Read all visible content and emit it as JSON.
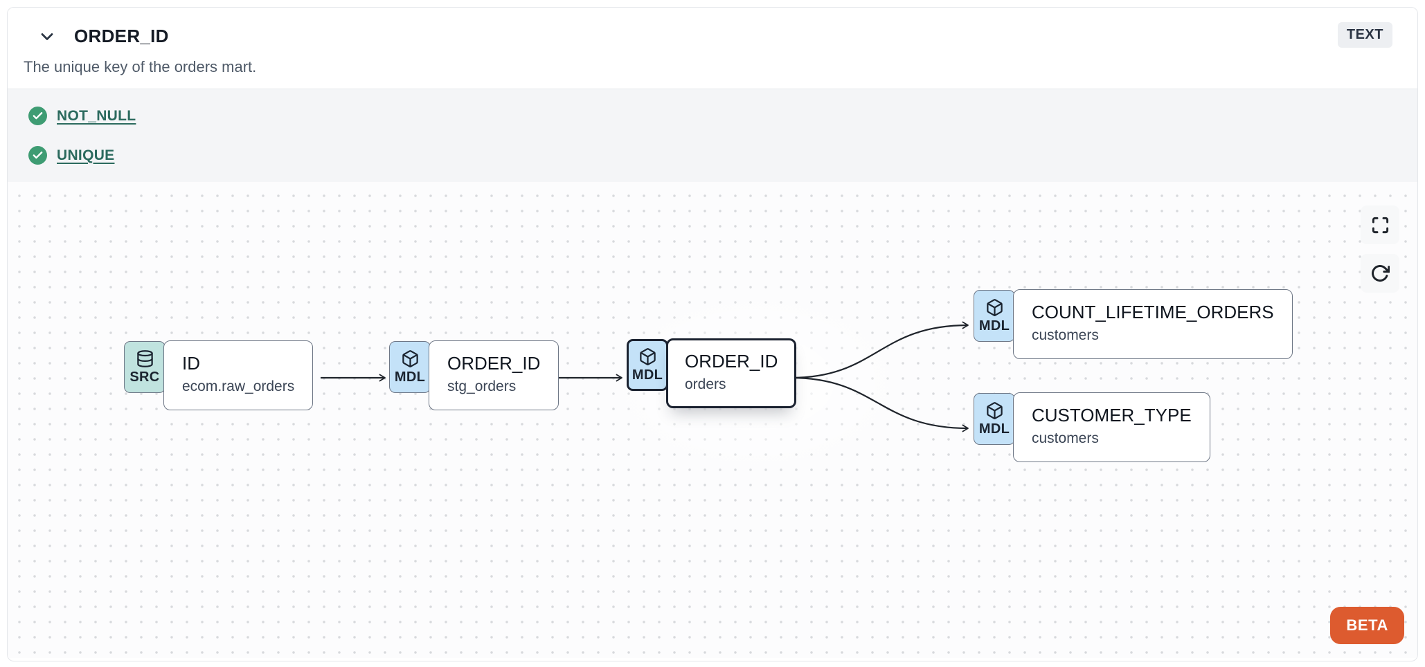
{
  "header": {
    "title": "ORDER_ID",
    "description": "The unique key of the orders mart.",
    "type_badge": "TEXT"
  },
  "checks": {
    "items": [
      {
        "label": "NOT_NULL",
        "status": "passed"
      },
      {
        "label": "UNIQUE",
        "status": "passed"
      }
    ]
  },
  "lineage": {
    "beta_label": "BETA",
    "nodes": [
      {
        "badge": "SRC",
        "icon": "database-icon",
        "title": "ID",
        "subtitle": "ecom.raw_orders",
        "selected": false
      },
      {
        "badge": "MDL",
        "icon": "cube-icon",
        "title": "ORDER_ID",
        "subtitle": "stg_orders",
        "selected": false
      },
      {
        "badge": "MDL",
        "icon": "cube-icon",
        "title": "ORDER_ID",
        "subtitle": "orders",
        "selected": true
      },
      {
        "badge": "MDL",
        "icon": "cube-icon",
        "title": "COUNT_LIFETIME_ORDERS",
        "subtitle": "customers",
        "selected": false
      },
      {
        "badge": "MDL",
        "icon": "cube-icon",
        "title": "CUSTOMER_TYPE",
        "subtitle": "customers",
        "selected": false
      }
    ],
    "edges": [
      {
        "from": "ID (ecom.raw_orders)",
        "to": "ORDER_ID (stg_orders)"
      },
      {
        "from": "ORDER_ID (stg_orders)",
        "to": "ORDER_ID (orders)"
      },
      {
        "from": "ORDER_ID (orders)",
        "to": "COUNT_LIFETIME_ORDERS (customers)"
      },
      {
        "from": "ORDER_ID (orders)",
        "to": "CUSTOMER_TYPE (customers)"
      }
    ],
    "colors": {
      "src_badge": "#c0e3df",
      "mdl_badge": "#c4e2f8",
      "beta": "#dd5b2f",
      "check_green": "#3e9c73",
      "check_link": "#2b6a5e",
      "edge": "#1f242b"
    }
  }
}
